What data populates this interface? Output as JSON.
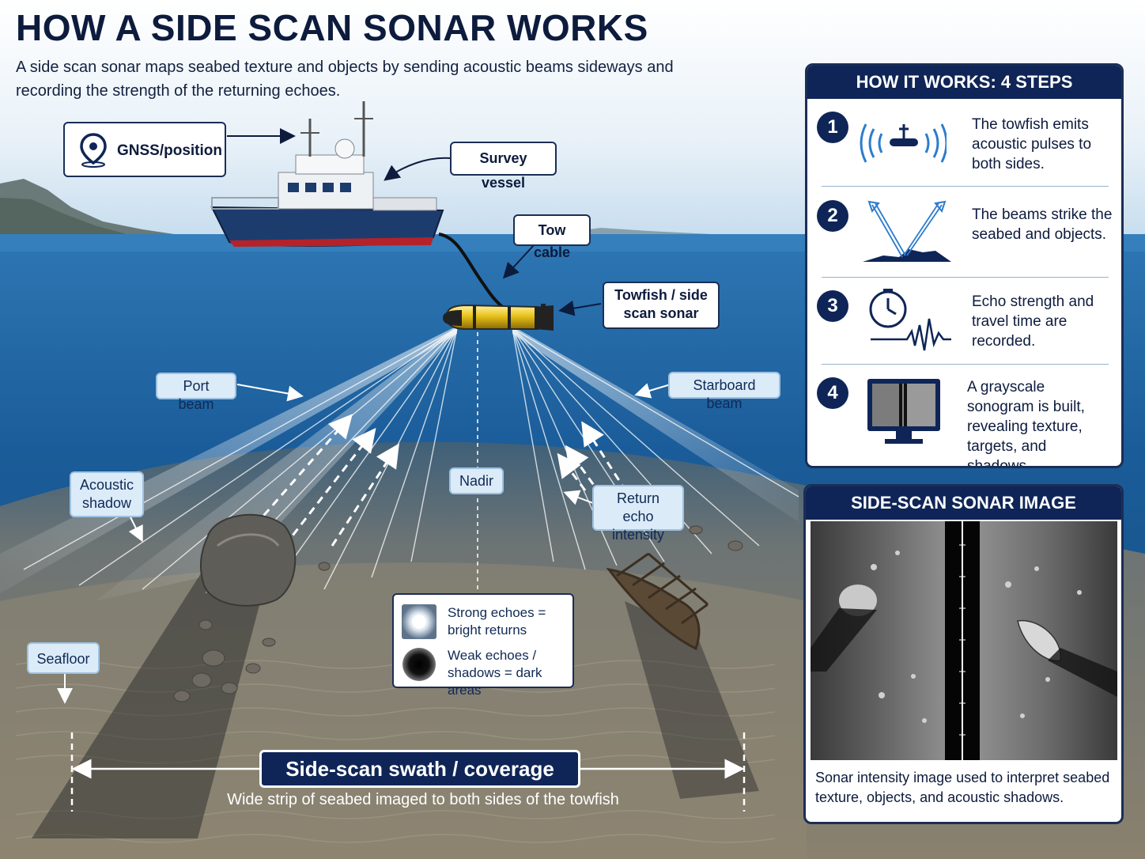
{
  "title": "HOW A SIDE SCAN SONAR WORKS",
  "subtitle": "A side scan sonar maps seabed texture and objects by sending acoustic beams sideways and recording the strength of the returning echoes.",
  "labels": {
    "gnss": "GNSS/position",
    "survey_vessel": "Survey vessel",
    "tow_cable": "Tow cable",
    "towfish": "Towfish / side scan sonar",
    "port_beam": "Port beam",
    "starboard_beam": "Starboard beam",
    "acoustic_shadow": "Acoustic shadow",
    "nadir": "Nadir",
    "return_echo": "Return echo intensity",
    "seafloor": "Seafloor"
  },
  "legend": {
    "strong": "Strong echoes = bright returns",
    "weak": "Weak echoes / shadows = dark areas"
  },
  "swath": {
    "title": "Side-scan swath / coverage",
    "subtitle": "Wide strip of seabed imaged to both sides of the towfish"
  },
  "how_it_works": {
    "heading": "HOW IT WORKS: 4 STEPS",
    "steps": [
      {
        "num": "1",
        "text": "The towfish emits acoustic pulses to both sides.",
        "icon": "sonar-pulse-icon"
      },
      {
        "num": "2",
        "text": "The beams strike the seabed and objects.",
        "icon": "beam-strike-icon"
      },
      {
        "num": "3",
        "text": "Echo strength and travel time are recorded.",
        "icon": "clock-waveform-icon"
      },
      {
        "num": "4",
        "text": "A grayscale sonogram is built, revealing texture, targets, and shadows.",
        "icon": "monitor-sonogram-icon"
      }
    ]
  },
  "sonar_image": {
    "heading": "SIDE-SCAN SONAR IMAGE",
    "caption": "Sonar intensity image used to interpret seabed texture, objects, and acoustic shadows."
  },
  "colors": {
    "navy": "#0f2557",
    "label_bg": "#dcebf8",
    "sky": "#cfe3f1",
    "water_deep": "#0d4c86",
    "seabed": "#6d6a60",
    "hull_blue": "#1c3c6e",
    "towfish_yellow": "#e8c21a"
  }
}
